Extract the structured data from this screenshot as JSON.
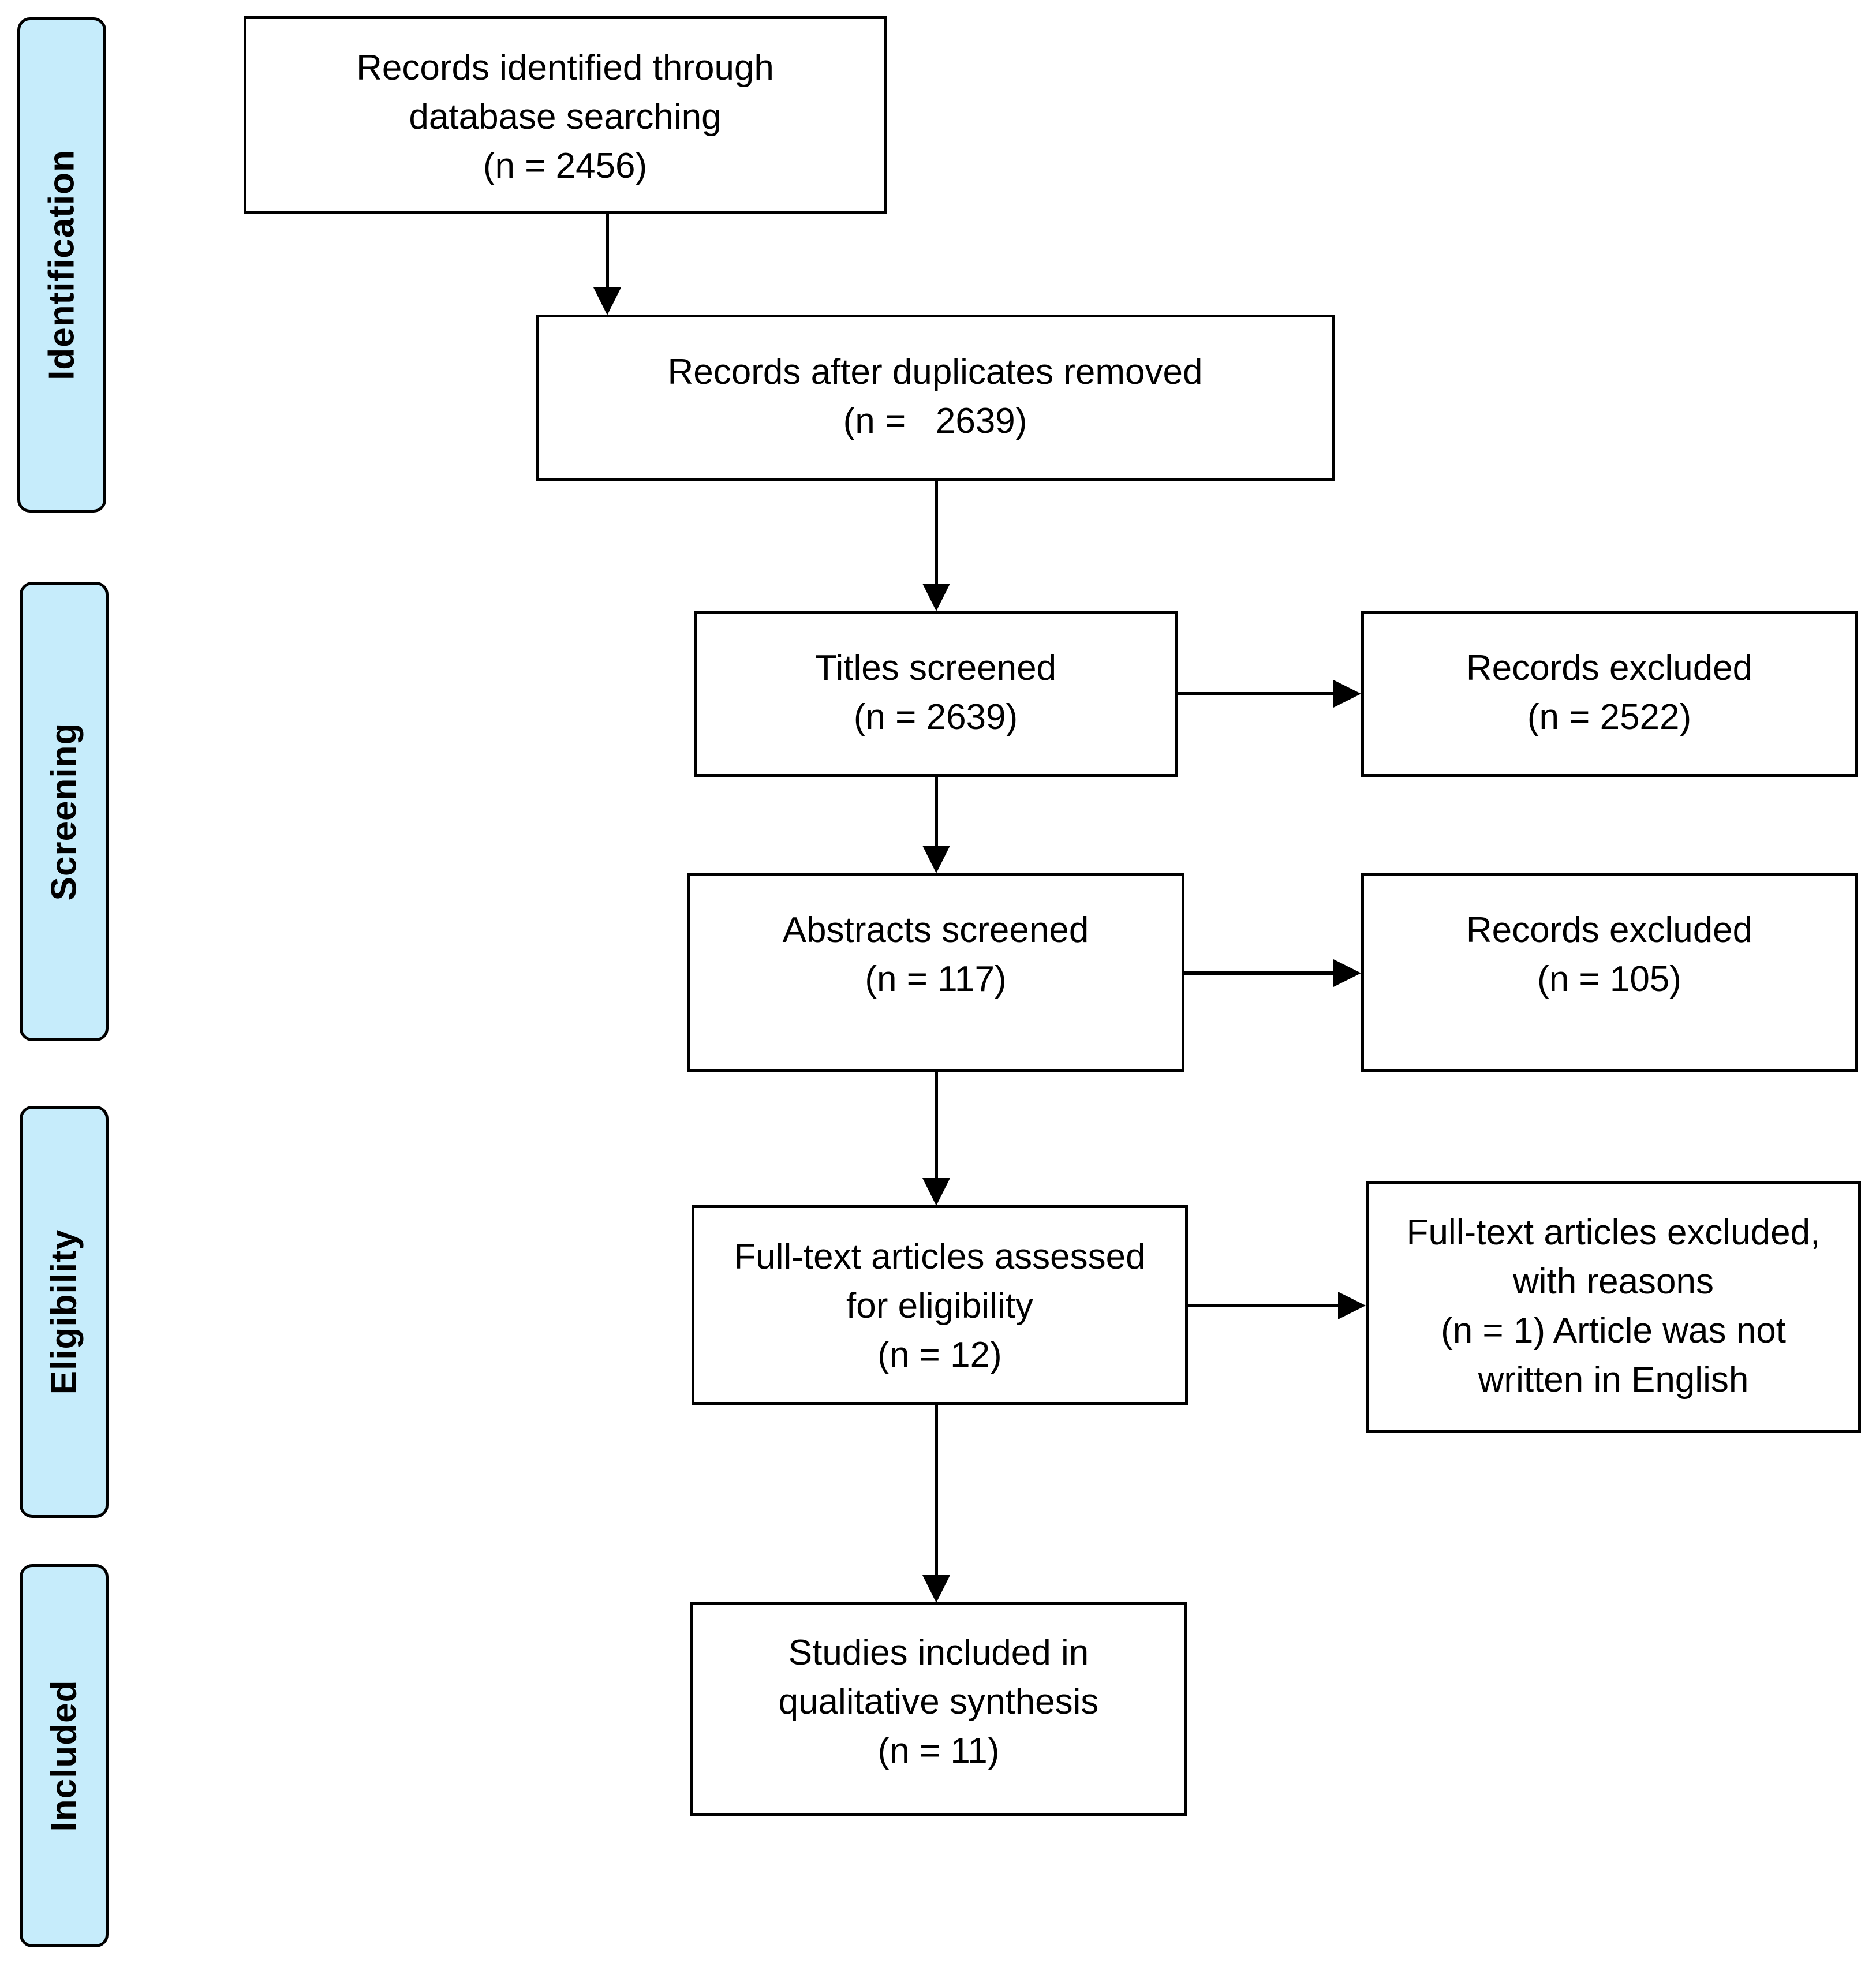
{
  "stages": {
    "identification": "Identification",
    "screening": "Screening",
    "eligibility": "Eligibility",
    "included": "Included"
  },
  "boxes": {
    "identified": {
      "line1": "Records identified through",
      "line2": "database searching",
      "line3": "(n = 2456)"
    },
    "duplicates_removed": {
      "line1": "Records after duplicates removed",
      "line2": "(n =   2639)"
    },
    "titles_screened": {
      "line1": "Titles screened",
      "line2": "(n = 2639)"
    },
    "titles_excluded": {
      "line1": "Records excluded",
      "line2": "(n = 2522)"
    },
    "abstracts_screened": {
      "line1": "Abstracts screened",
      "line2": "(n = 117)"
    },
    "abstracts_excluded": {
      "line1": "Records excluded",
      "line2": "(n = 105)"
    },
    "fulltext_assessed": {
      "line1": "Full-text articles assessed",
      "line2": "for eligibility",
      "line3": "(n = 12)"
    },
    "fulltext_excluded": {
      "line1": "Full-text articles excluded,",
      "line2": "with reasons",
      "line3": "(n = 1) Article was not",
      "line4": "written in English"
    },
    "included_studies": {
      "line1": "Studies included in",
      "line2": "qualitative synthesis",
      "line3": "(n = 11)"
    }
  },
  "colors": {
    "stage_fill": "#c6ecfb",
    "line": "#000000"
  }
}
